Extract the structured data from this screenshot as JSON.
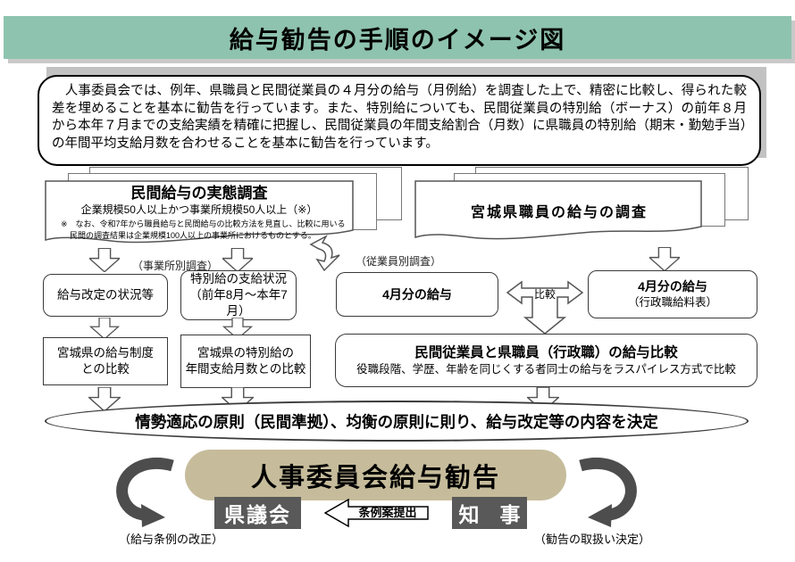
{
  "title": "給与勧告の手順のイメージ図",
  "intro": "　人事委員会では、例年、県職員と民間従業員の４月分の給与（月例給）を調査した上で、精密に比較し、得られた較差を埋めることを基本に勧告を行っています。また、特別給についても、民間従業員の特別給（ボーナス）の前年８月から本年７月までの支給実績を精確に把握し、民間従業員の年間支給割合（月数）に県職員の特別給（期末・勤勉手当）の年間平均支給月数を合わせることを基本に勧告を行っています。",
  "surveys": {
    "private": {
      "title": "民間給与の実態調査",
      "subtitle": "企業規模50人以上かつ事業所規模50人以上（※）",
      "note_line1": "※　なお、令和7年から職員給与と民間給与の比較方法を見直し、比較に用いる",
      "note_line2": "民間の調査結果は企業規模100人以上の事業所におけるものとする。"
    },
    "prefecture": {
      "title": "宮城県職員の給与の調査"
    }
  },
  "labels": {
    "by_establishment": "（事業所別調査）",
    "by_employee": "（従業員別調査）",
    "compare": "比較",
    "ordinance_submission": "条例案提出",
    "salary_ordinance_revision": "（給与条例の改正）",
    "recommendation_handling": "（勧告の取扱い決定）"
  },
  "boxes": {
    "salary_revision_status": "給与改定の状況等",
    "special_pay_line1": "特別給の支給状況",
    "special_pay_line2": "（前年8月～本年7月）",
    "april_salary_private": "4月分の給与",
    "april_salary_pref_line1": "4月分の給与",
    "april_salary_pref_line2": "（行政職給料表）",
    "pref_system_line1": "宮城県の給与制度",
    "pref_system_line2": "との比較",
    "pref_special_line1": "宮城県の特別給の",
    "pref_special_line2": "年間支給月数との比較",
    "comparison_title": "民間従業員と県職員（行政職）の給与比較",
    "comparison_subtitle": "役職段階、学歴、年齢を同じくする者同士の給与をラスパイレス方式で比較"
  },
  "decision": "情勢適応の原則（民間準拠）、均衡の原則に則り、給与改定等の内容を決定",
  "recommendation": "人事委員会給与勧告",
  "bodies": {
    "assembly": "県議会",
    "governor": "知　事"
  },
  "colors": {
    "banner": "#8ec3af",
    "recommendation_bg": "#c6bc9b",
    "dark_box": "#595959",
    "arrow_dark": "#4d4d4d"
  }
}
